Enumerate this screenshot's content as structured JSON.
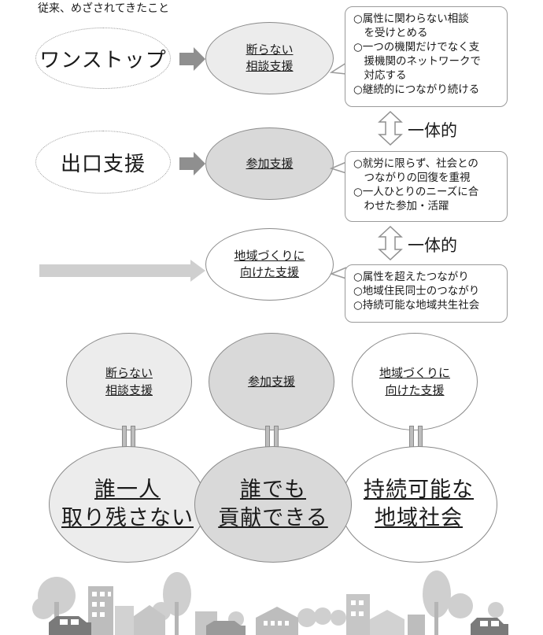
{
  "caption": "従来、めざされてきたこと",
  "row1": {
    "left_label": "ワンストップ",
    "center_lines": [
      "断らない",
      "相談支援"
    ],
    "callout_lines": [
      "○属性に関わらない相談",
      "　を受けとめる",
      "○一つの機関だけでなく支",
      "　援機関のネットワークで",
      "　対応する",
      "○継続的につながり続ける"
    ]
  },
  "connector1": "一体的",
  "row2": {
    "left_label": "出口支援",
    "center_lines": [
      "参加支援"
    ],
    "callout_lines": [
      "○就労に限らず、社会との",
      "　つながりの回復を重視",
      "○一人ひとりのニーズに合",
      "　わせた参加・活躍"
    ]
  },
  "connector2": "一体的",
  "row3": {
    "center_lines": [
      "地域づくりに",
      "向けた支援"
    ],
    "callout_lines": [
      "○属性を超えたつながり",
      "○地域住民同士のつながり",
      "○持続可能な地域共生社会"
    ]
  },
  "bottom_small": [
    {
      "lines": [
        "断らない",
        "相談支援"
      ]
    },
    {
      "lines": [
        "参加支援"
      ]
    },
    {
      "lines": [
        "地域づくりに",
        "向けた支援"
      ]
    }
  ],
  "bottom_big": [
    {
      "lines": [
        "誰一人",
        "取り残さない"
      ]
    },
    {
      "lines": [
        "誰でも",
        "貢献できる"
      ]
    },
    {
      "lines": [
        "持続可能な",
        "地域社会"
      ]
    }
  ],
  "colors": {
    "fill_light": "#ececec",
    "fill_mid": "#d9d9d9",
    "white": "#ffffff",
    "arrow_gray": "#8f8f8f",
    "band_gray": "#cfcfcf"
  },
  "icons": [
    "arrow-right-icon",
    "double-arrow-vertical-icon",
    "equals-icon",
    "townscape-illustration"
  ]
}
